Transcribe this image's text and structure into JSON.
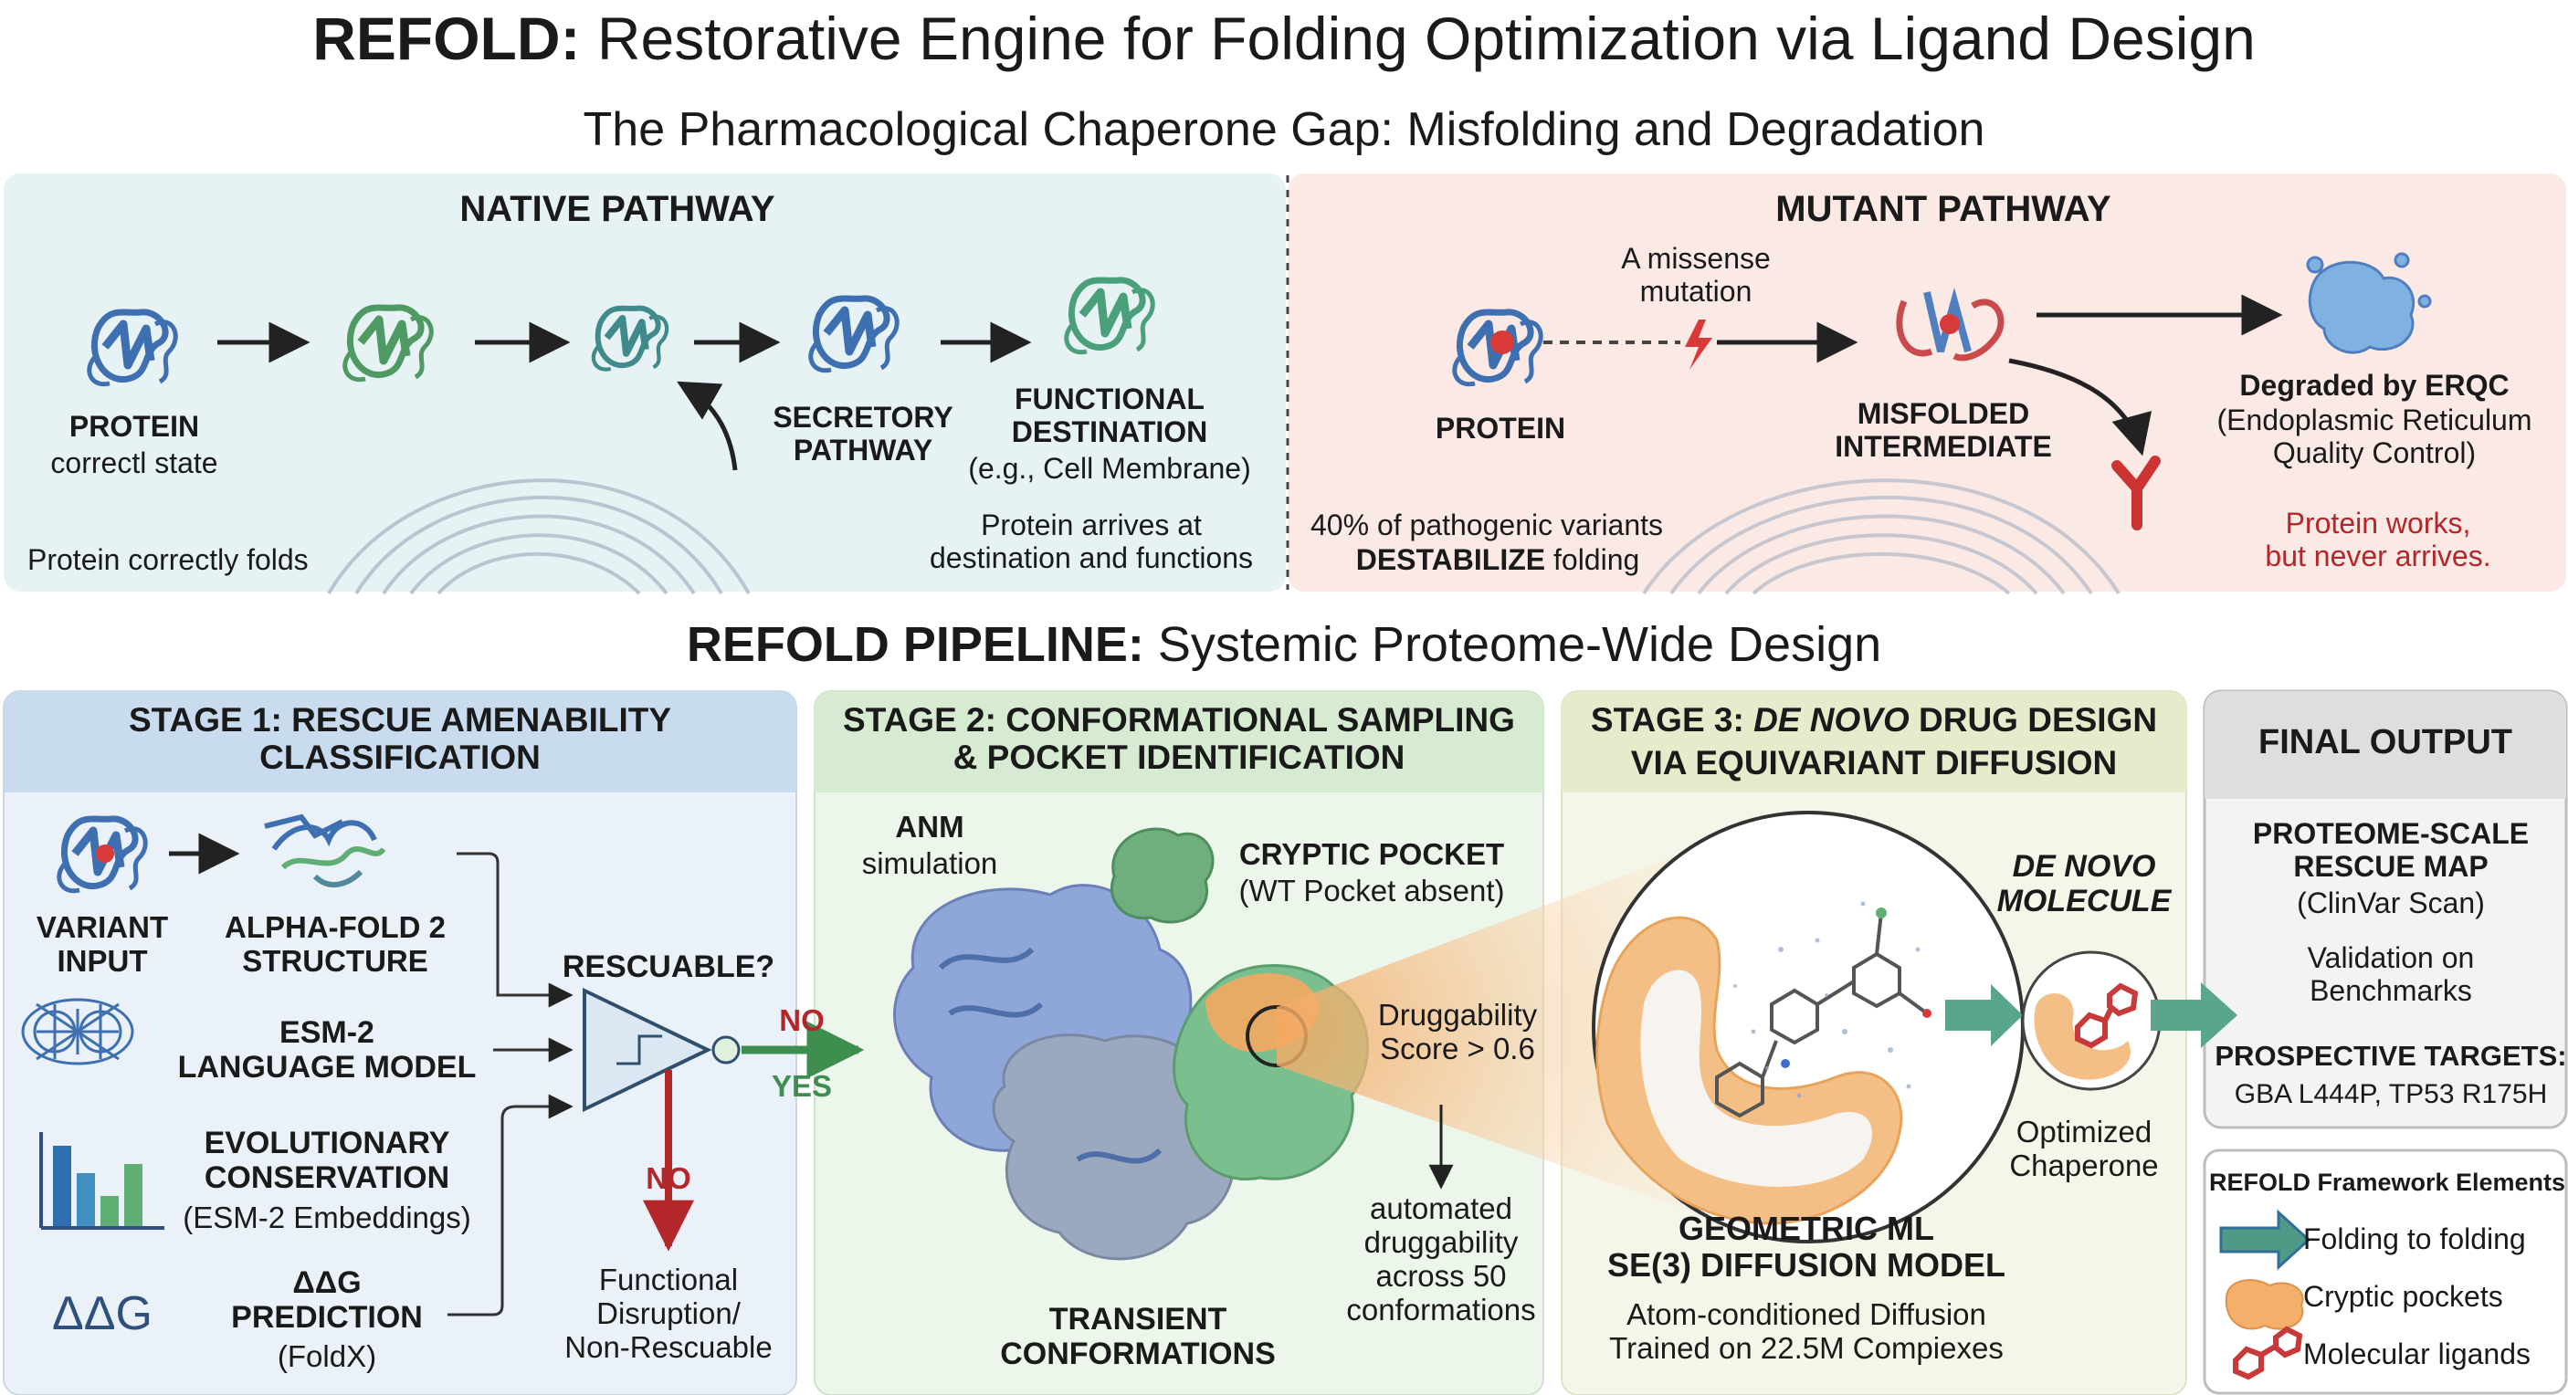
{
  "header": {
    "title_bold": "REFOLD:",
    "title_rest": " Restorative Engine for Folding Optimization via Ligand Design",
    "subtitle": "The Pharmacological Chaperone Gap: Misfolding and Degradation"
  },
  "native": {
    "heading": "NATIVE PATHWAY",
    "protein_label": "PROTEIN",
    "protein_sub": "correctl state",
    "secretory": "SECRETORY\nPATHWAY",
    "functional": "FUNCTIONAL\nDESTINATION",
    "functional_sub": "(e.g., Cell Membrane)",
    "note_left": "Protein correctly folds",
    "note_right": "Protein arrives at\ndestination and functions"
  },
  "mutant": {
    "heading": "MUTANT PATHWAY",
    "missense": "A missense\nmutation",
    "protein_label": "PROTEIN",
    "misfolded": "MISFOLDED\nINTERMEDIATE",
    "degraded": "Degraded by ERQC",
    "degraded_sub": "(Endoplasmic Reticulum\nQuality Control)",
    "stat_line": "40% of pathogenic variants",
    "stat_bold": "DESTABILIZE",
    "stat_rest": " folding",
    "works": "Protein works,\nbut never arrives."
  },
  "pipeline": {
    "heading_bold": "REFOLD PIPELINE:",
    "heading_rest": " Systemic Proteome-Wide Design"
  },
  "stage1": {
    "title": "STAGE 1: RESCUE AMENABILITY\nCLASSIFICATION",
    "variant": "VARIANT\nINPUT",
    "alphafold": "ALPHA-FOLD 2\nSTRUCTURE",
    "esm": "ESM-2\nLANGUAGE MODEL",
    "evo": "EVOLUTIONARY\nCONSERVATION",
    "evo_sub": "(ESM-2 Embeddings)",
    "ddg_glyph": "ΔΔG",
    "ddg": "ΔΔG\nPREDICTION",
    "ddg_sub": "(FoldX)",
    "rescuable": "RESCUABLE?",
    "no_top": "NO",
    "yes": "YES",
    "no_down": "NO",
    "disruption": "Functional\nDisruption/\nNon-Rescuable"
  },
  "stage2": {
    "title": "STAGE 2: CONFORMATIONAL SAMPLING\n& POCKET IDENTIFICATION",
    "anm_bold": "ANM",
    "anm_rest": "simulation",
    "cryptic": "CRYPTIC POCKET",
    "cryptic_sub": "(WT Pocket absent)",
    "druggability": "Druggability\nScore > 0.6",
    "automated": "automated\ndruggability\nacross 50\nconformations",
    "transient": "TRANSIENT\nCONFORMATIONS"
  },
  "stage3": {
    "title_a": "STAGE 3: ",
    "title_em": "DE NOVO",
    "title_b": " DRUG DESIGN",
    "title_line2": "VIA EQUIVARIANT DIFFUSION",
    "denovo": "DE NOVO\nMOLECULE",
    "optimized": "Optimized\nChaperone",
    "geometric": "GEOMETRIC ML\nSE(3) DIFFUSION MODEL",
    "geometric_sub": "Atom-conditioned Diffusion\nTrained on 22.5M Compiexes"
  },
  "final": {
    "title": "FINAL OUTPUT",
    "rescue_map": "PROTEOME-SCALE\nRESCUE MAP",
    "rescue_sub": "(ClinVar Scan)",
    "validation": "Validation on\nBenchmarks",
    "prospective": "PROSPECTIVE TARGETS:",
    "targets": "GBA L444P, TP53 R175H"
  },
  "legend": {
    "title": "REFOLD Framework Elements",
    "items": [
      "Folding to folding",
      "Cryptic pockets",
      "Molecular ligands"
    ]
  },
  "colors": {
    "native_bg": "#e6f2f4",
    "mutant_bg": "#fbe9e6",
    "stage1": "#c9dcef",
    "stage2": "#d6ebd2",
    "stage3": "#e6ebcc",
    "final": "#dedede",
    "blue_protein": "#4f7fbf",
    "green_protein": "#5fae74",
    "pocket_orange": "#f4b06a",
    "alert_red": "#cc3333",
    "arrow_green": "#3e8f4f"
  }
}
